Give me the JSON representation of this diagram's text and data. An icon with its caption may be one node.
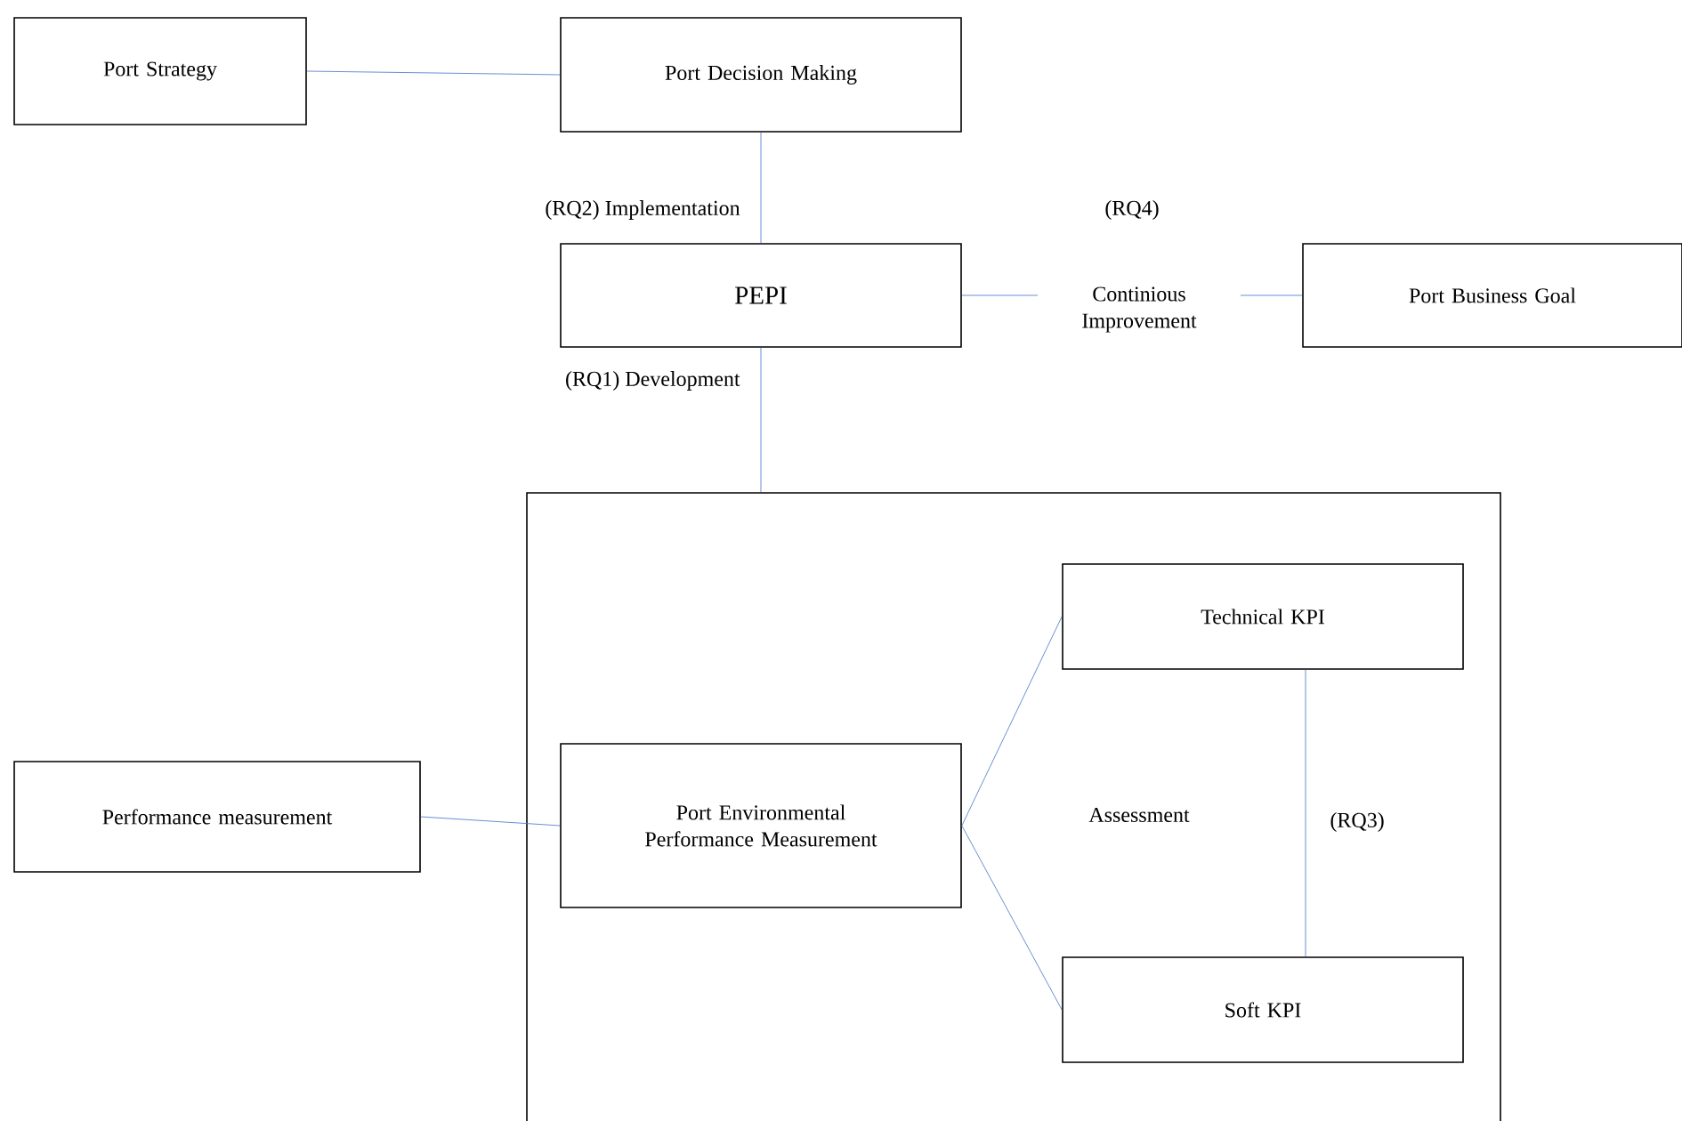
{
  "diagram": {
    "nodes": [
      {
        "text": [
          "Port Strategy"
        ]
      },
      {
        "text": [
          "Port Decision Making"
        ]
      },
      {
        "text": [
          "PEPI"
        ]
      },
      {
        "text": [
          "Port Business Goal"
        ]
      },
      {
        "text": [],
        "shape": "box"
      },
      {
        "text": [
          "Technical KPI"
        ],
        "in": 4
      },
      {
        "text": [
          "Port Environmental Performance Measurement"
        ],
        "in": 4
      },
      {
        "text": [
          "Soft KPI"
        ],
        "in": 4
      },
      {
        "text": [
          "Performance measurement"
        ]
      }
    ],
    "edges": [
      {
        "from": 0,
        "to": 1,
        "arrow": "none"
      },
      {
        "from": 1,
        "to": 2,
        "arrow": "none",
        "label": "(RQ2) Implementation"
      },
      {
        "from": 2,
        "to": 3,
        "arrow": "none",
        "label": "Continious Improvement"
      },
      {
        "from": 2,
        "to": 4,
        "arrow": "none",
        "label": "(RQ1) Development"
      },
      {
        "from": 8,
        "to": 6,
        "arrow": "none"
      },
      {
        "from": 6,
        "to": 5,
        "arrow": "none"
      },
      {
        "from": 6,
        "to": 7,
        "arrow": "none"
      },
      {
        "from": 5,
        "to": 7,
        "arrow": "none",
        "label": "(RQ3)"
      }
    ],
    "labels": [
      "(RQ4)",
      "Assessment"
    ]
  }
}
